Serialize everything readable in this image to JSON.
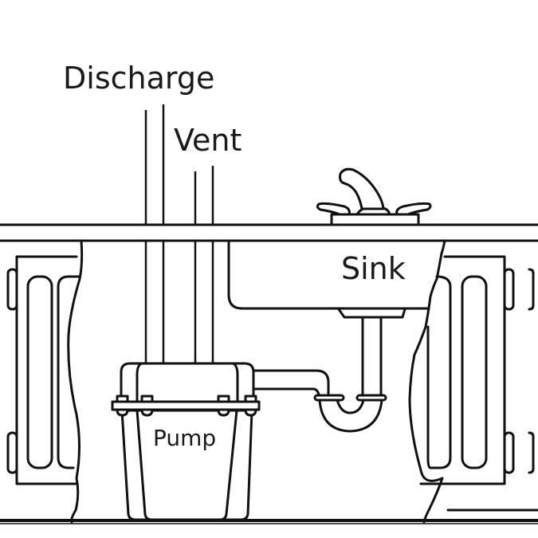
{
  "diagram": {
    "title": "Under-sink pump installation",
    "labels": {
      "discharge": "Discharge",
      "vent": "Vent",
      "sink": "Sink",
      "pump": "Pump"
    },
    "colors": {
      "line": "#111111",
      "background": "#ffffff",
      "text": "#1a1a1a"
    }
  }
}
